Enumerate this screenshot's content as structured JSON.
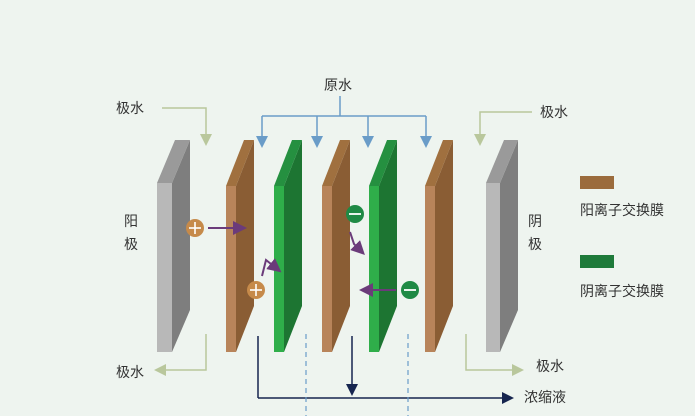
{
  "labels": {
    "raw_water": "原水",
    "electrode_water_top_left": "极水",
    "electrode_water_top_right": "极水",
    "electrode_water_bottom_left": "极水",
    "electrode_water_bottom_right": "极水",
    "anode_char1": "阳",
    "anode_char2": "极",
    "cathode_char1": "阴",
    "cathode_char2": "极",
    "concentrate": "浓缩液"
  },
  "legend": [
    {
      "label": "阳离子交换膜",
      "color": "#9b6b3c"
    },
    {
      "label": "阴离子交换膜",
      "color": "#1e7a3a"
    }
  ],
  "colors": {
    "background": "#eef4ef",
    "cation_membrane_front": "#b8845a",
    "cation_membrane_side": "#8a5d34",
    "anion_membrane_front": "#2fae4a",
    "anion_membrane_side": "#1d7532",
    "electrode_front": "#b8b8b8",
    "electrode_side": "#7e7e7e",
    "feed_arrow": "#6a9cc8",
    "electrode_arrow": "#b9c79c",
    "concentrate_line": "#16254f",
    "ion_arrow": "#6b3b7a",
    "cation_ion": "#c68a4a",
    "anion_ion": "#1f8a45"
  },
  "ions": {
    "cation_symbol": "+",
    "anion_symbol": "−"
  }
}
